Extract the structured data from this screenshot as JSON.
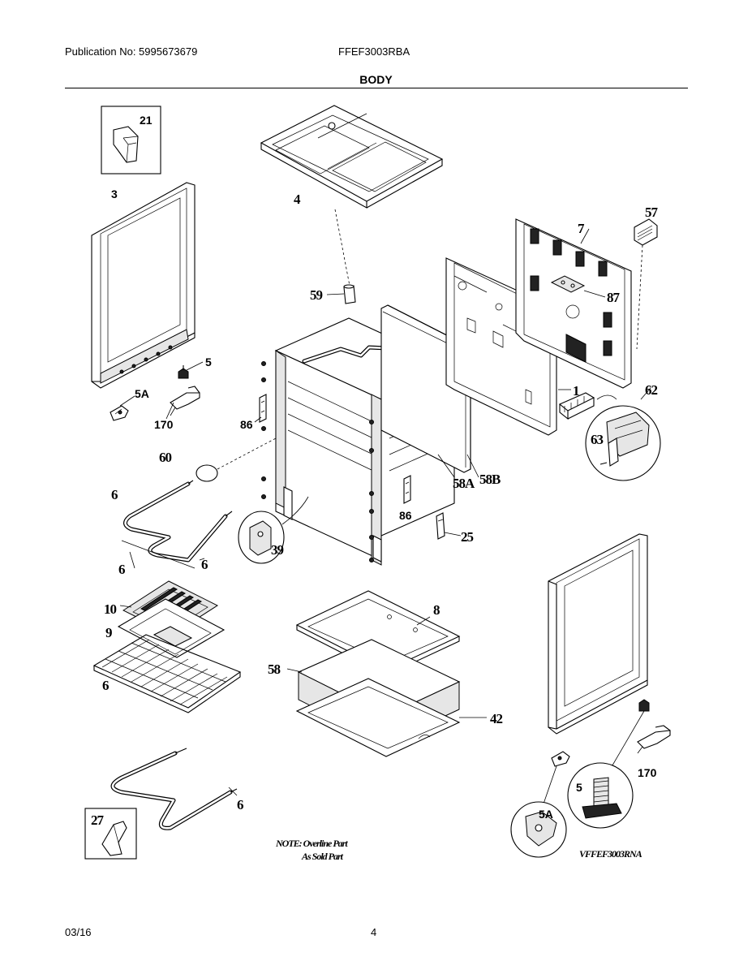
{
  "header": {
    "publication": "Publication No: 5995673679",
    "model": "FFEF3003RBA",
    "title": "BODY"
  },
  "footer": {
    "date": "03/16",
    "page": "4"
  },
  "parts": [
    {
      "id": "21"
    },
    {
      "id": "3"
    },
    {
      "id": "4"
    },
    {
      "id": "5"
    },
    {
      "id": "5A"
    },
    {
      "id": "170"
    },
    {
      "id": "86"
    },
    {
      "id": "59"
    },
    {
      "id": "7"
    },
    {
      "id": "57"
    },
    {
      "id": "87"
    },
    {
      "id": "1"
    },
    {
      "id": "62"
    },
    {
      "id": "63"
    },
    {
      "id": "60"
    },
    {
      "id": "58A"
    },
    {
      "id": "58B"
    },
    {
      "id": "6"
    },
    {
      "id": "39"
    },
    {
      "id": "86"
    },
    {
      "id": "25"
    },
    {
      "id": "10"
    },
    {
      "id": "9"
    },
    {
      "id": "6"
    },
    {
      "id": "6"
    },
    {
      "id": "8"
    },
    {
      "id": "58"
    },
    {
      "id": "42"
    },
    {
      "id": "6"
    },
    {
      "id": "27"
    },
    {
      "id": "170"
    },
    {
      "id": "5"
    },
    {
      "id": "5A"
    },
    {
      "id": "6"
    }
  ],
  "notes": {
    "line1": "NOTE: Overline Part",
    "line2": "As Sold Part",
    "figure_code": "VFFEF3003RNA"
  }
}
